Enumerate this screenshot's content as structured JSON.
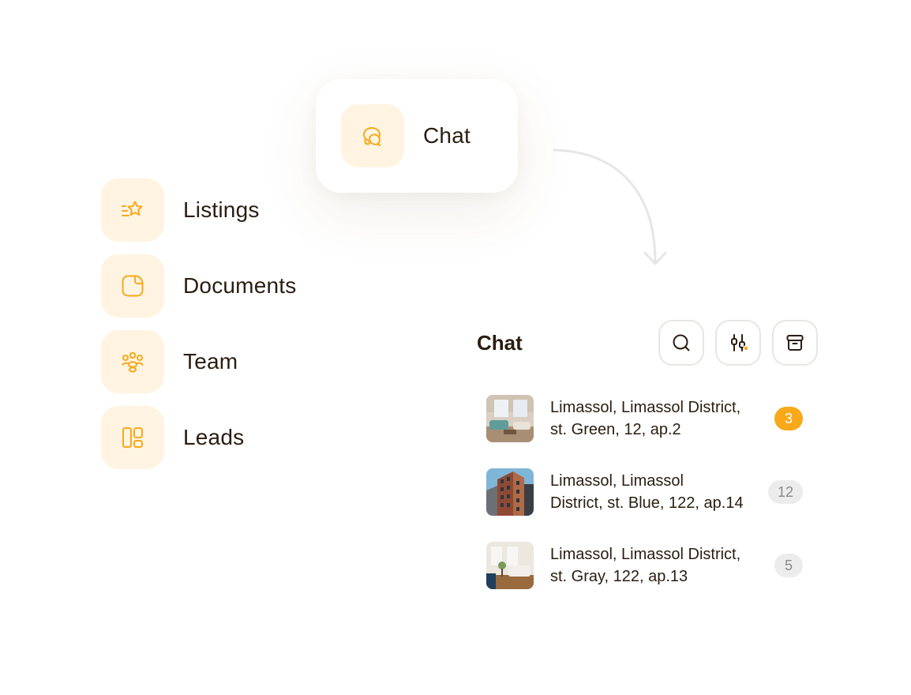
{
  "colors": {
    "accent": "#f9a81a",
    "tile_background": "#fff4e2",
    "text": "#2a1d10",
    "muted_badge": "#ececec",
    "arrow": "#e6e6e6"
  },
  "highlight": {
    "label": "Chat",
    "icon": "chat-bubbles-icon"
  },
  "nav": {
    "items": [
      {
        "label": "Listings",
        "icon": "star-listing-icon"
      },
      {
        "label": "Documents",
        "icon": "document-icon"
      },
      {
        "label": "Team",
        "icon": "team-icon"
      },
      {
        "label": "Leads",
        "icon": "layout-panels-icon"
      }
    ]
  },
  "chat_panel": {
    "title": "Chat",
    "tools": [
      {
        "icon": "search-icon"
      },
      {
        "icon": "filter-sliders-icon"
      },
      {
        "icon": "archive-icon"
      }
    ],
    "conversations": [
      {
        "line1": "Limassol, Limassol District,",
        "line2": "st. Green, 12, ap.2",
        "unread": "3",
        "state": "active"
      },
      {
        "line1": "Limassol, Limassol",
        "line2": "District, st. Blue, 122, ap.14",
        "unread": "12",
        "state": "muted"
      },
      {
        "line1": "Limassol, Limassol District,",
        "line2": "st. Gray, 122, ap.13",
        "unread": "5",
        "state": "muted"
      }
    ]
  }
}
